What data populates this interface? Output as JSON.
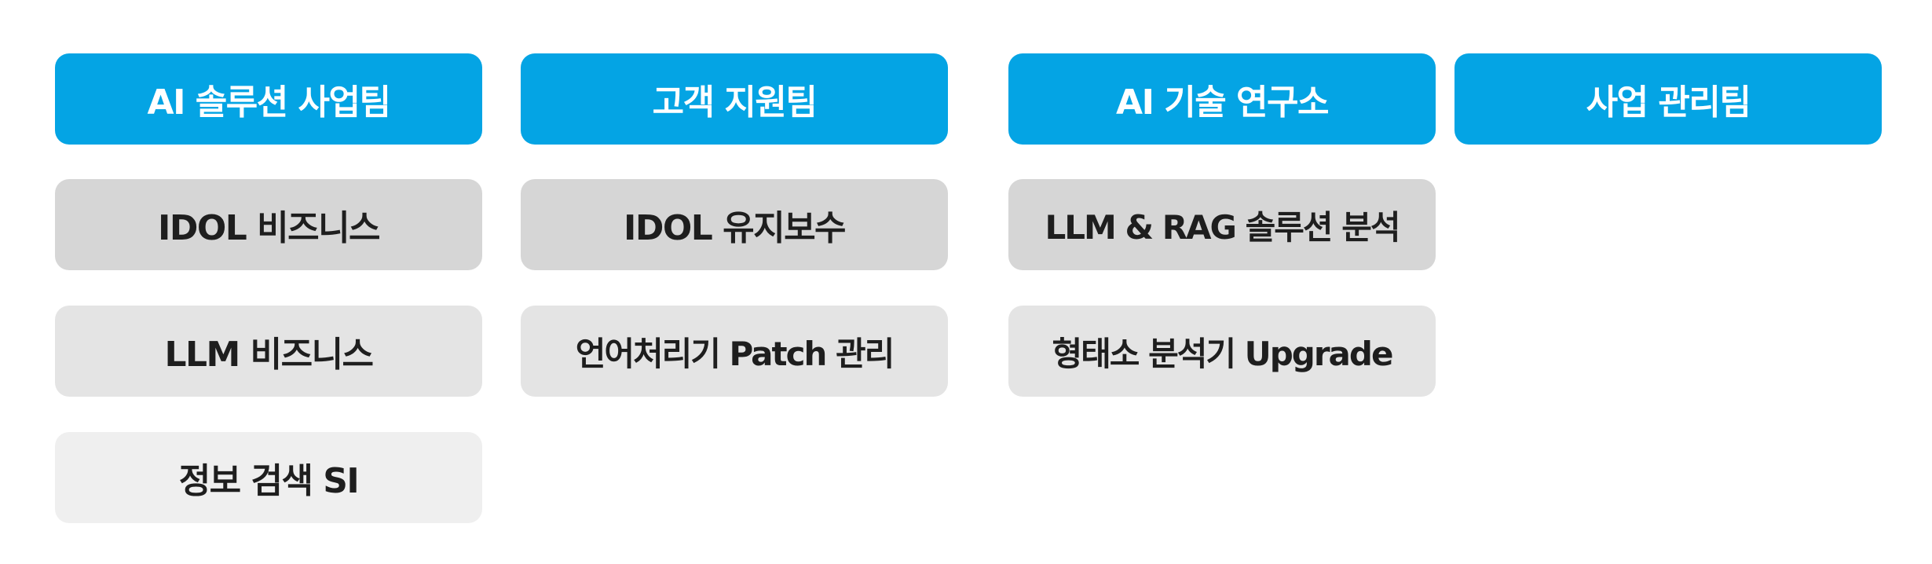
{
  "columns": [
    {
      "header": "AI 솔루션 사업팀",
      "items": [
        "IDOL 비즈니스",
        "LLM 비즈니스",
        "정보 검색 SI"
      ]
    },
    {
      "header": "고객 지원팀",
      "items": [
        "IDOL 유지보수",
        "언어처리기 Patch 관리"
      ]
    },
    {
      "header": "AI 기술 연구소",
      "items": [
        "LLM & RAG 솔루션 분석",
        "형태소 분석기 Upgrade"
      ]
    },
    {
      "header": "사업 관리팀",
      "items": []
    }
  ],
  "colors": {
    "header_bg": "#04a4e4",
    "header_text": "#ffffff",
    "item_bg_level1": "#d6d6d6",
    "item_bg_level2": "#e4e4e4",
    "item_bg_level3": "#efefef",
    "item_text": "#1e1e1e"
  }
}
